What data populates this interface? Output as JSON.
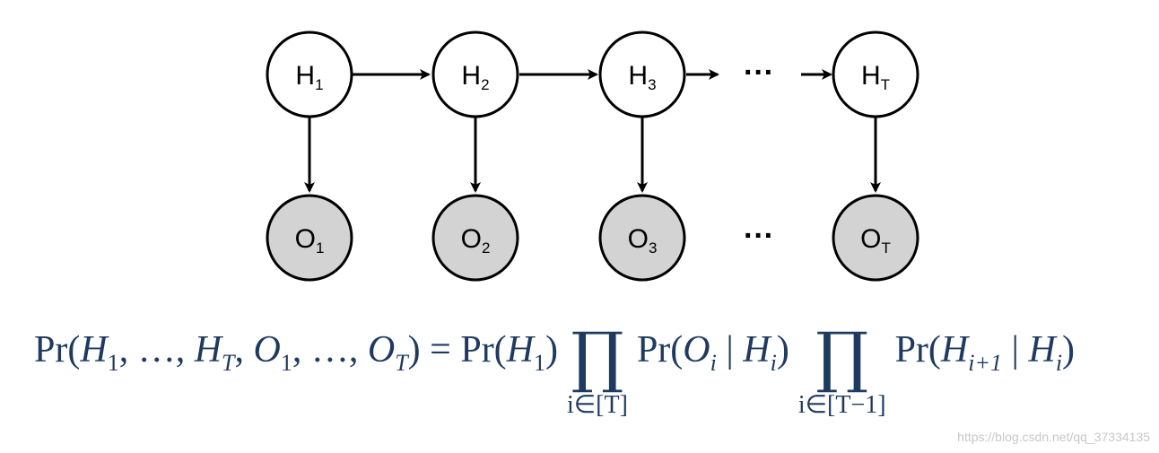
{
  "hidden_nodes": [
    {
      "letter": "H",
      "sub": "1"
    },
    {
      "letter": "H",
      "sub": "2"
    },
    {
      "letter": "H",
      "sub": "3"
    },
    {
      "letter": "H",
      "sub": "T"
    }
  ],
  "observed_nodes": [
    {
      "letter": "O",
      "sub": "1"
    },
    {
      "letter": "O",
      "sub": "2"
    },
    {
      "letter": "O",
      "sub": "3"
    },
    {
      "letter": "O",
      "sub": "T"
    }
  ],
  "ellipsis": "···",
  "colors": {
    "hidden_fill": "#ffffff",
    "observed_fill": "#d3d3d3",
    "stroke": "#000000",
    "formula": "#1f3a5f"
  },
  "formula": {
    "lhs_pre": "Pr(",
    "h1": "H",
    "h1_sub": "1",
    "sep1": ", …, ",
    "hT": "H",
    "hT_sub": "T",
    "comma": ", ",
    "o1": "O",
    "o1_sub": "1",
    "sep2": ", …, ",
    "oT": "O",
    "oT_sub": "T",
    "lhs_post": ") = Pr(",
    "rh1": "H",
    "rh1_sub": "1",
    "rh1_close": ")",
    "prod1_symbol": "∏",
    "prod1_range": "i∈[T]",
    "term1_pre": "Pr(",
    "term1_o": "O",
    "term1_o_sub": "i",
    "term1_bar": " | ",
    "term1_h": "H",
    "term1_h_sub": "i",
    "term1_close": ")",
    "prod2_symbol": "∏",
    "prod2_range": "i∈[T−1]",
    "term2_pre": "Pr(",
    "term2_h": "H",
    "term2_h_sub": "i+1",
    "term2_bar": " | ",
    "term2_h2": "H",
    "term2_h2_sub": "i",
    "term2_close": ")"
  },
  "watermark": "https://blog.csdn.net/qq_37334135"
}
